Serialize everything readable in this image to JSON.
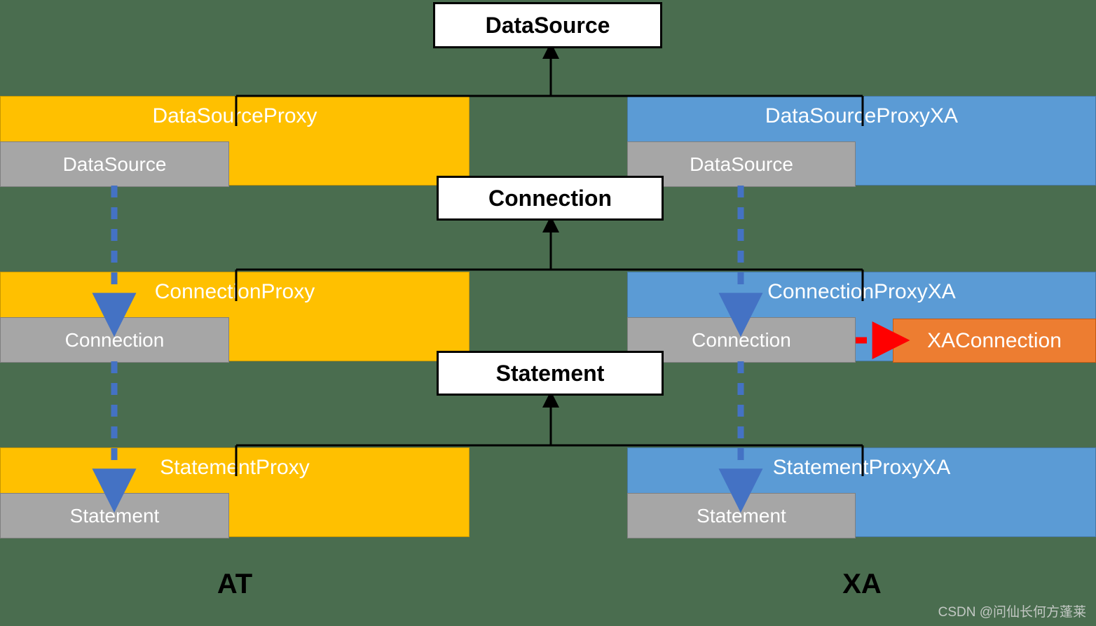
{
  "diagram": {
    "title": "Seata DataSource Proxy AT / XA class hierarchy",
    "background_color": "#4a6d4f",
    "interfaces": [
      {
        "label": "DataSource"
      },
      {
        "label": "Connection"
      },
      {
        "label": "Statement"
      }
    ],
    "at_column": {
      "group_label": "AT",
      "color": "#ffc000",
      "boxes": [
        {
          "title": "DataSourceProxy",
          "slot": "DataSource"
        },
        {
          "title": "ConnectionProxy",
          "slot": "Connection"
        },
        {
          "title": "StatementProxy",
          "slot": "Statement"
        }
      ]
    },
    "xa_column": {
      "group_label": "XA",
      "color": "#5b9bd5",
      "boxes": [
        {
          "title": "DataSourceProxyXA",
          "slot": "DataSource"
        },
        {
          "title": "ConnectionProxyXA",
          "slot": "Connection"
        },
        {
          "title": "StatementProxyXA",
          "slot": "Statement"
        }
      ]
    },
    "extra_box": {
      "label": "XAConnection",
      "color": "#ed7d31"
    },
    "arrows": {
      "inheritance_color": "#000000",
      "delegation_color": "#4472c4",
      "association_color": "#ff0000"
    }
  },
  "watermark": {
    "text": "CSDN @问仙长何方蓬莱"
  }
}
